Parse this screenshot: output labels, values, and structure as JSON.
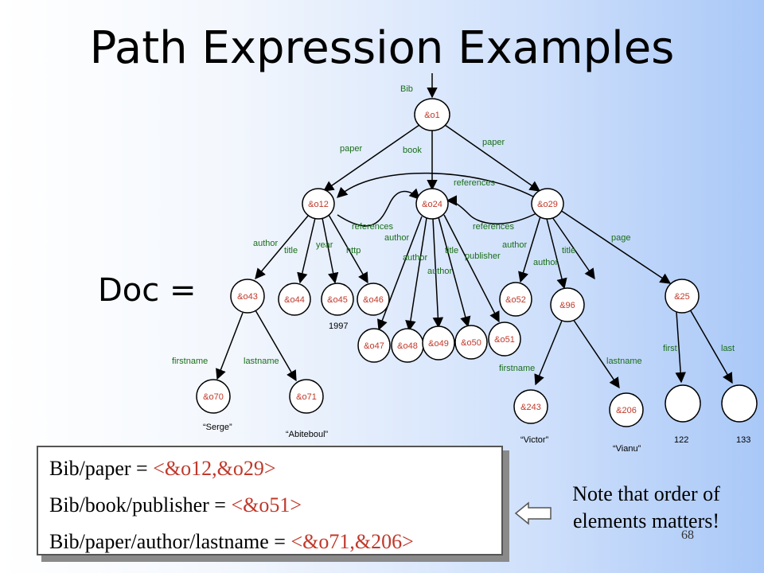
{
  "slide": {
    "title": "Path Expression Examples",
    "doc_label": "Doc =",
    "page_number": "68",
    "note": "Note that order of elements matters!"
  },
  "colors": {
    "node_label": "#c0392b",
    "edge_label": "#1a6e1a",
    "line": "#000000"
  },
  "diagram": {
    "root_label": "Bib",
    "nodes": [
      {
        "id": "o1",
        "label": "&o1"
      },
      {
        "id": "o12",
        "label": "&o12"
      },
      {
        "id": "o24",
        "label": "&o24"
      },
      {
        "id": "o29",
        "label": "&o29"
      },
      {
        "id": "o43",
        "label": "&o43"
      },
      {
        "id": "o44",
        "label": "&o44"
      },
      {
        "id": "o45",
        "label": "&o45"
      },
      {
        "id": "o46",
        "label": "&o46"
      },
      {
        "id": "o47",
        "label": "&o47"
      },
      {
        "id": "o48",
        "label": "&o48"
      },
      {
        "id": "o49",
        "label": "&o49"
      },
      {
        "id": "o50",
        "label": "&o50"
      },
      {
        "id": "o51",
        "label": "&o51"
      },
      {
        "id": "o52",
        "label": "&o52"
      },
      {
        "id": "n96",
        "label": "&96"
      },
      {
        "id": "n25",
        "label": "&25"
      },
      {
        "id": "o70",
        "label": "&o70"
      },
      {
        "id": "o71",
        "label": "&o71"
      },
      {
        "id": "n243",
        "label": "&243"
      },
      {
        "id": "n206",
        "label": "&206"
      },
      {
        "id": "leaf122",
        "label": ""
      },
      {
        "id": "leaf133",
        "label": ""
      }
    ],
    "edge_labels": [
      "paper",
      "book",
      "paper",
      "references",
      "references",
      "references",
      "author",
      "title",
      "year",
      "http",
      "author",
      "author",
      "author",
      "title",
      "publisher",
      "author",
      "author",
      "title",
      "page",
      "firstname",
      "lastname",
      "firstname",
      "lastname",
      "first",
      "last"
    ],
    "values": [
      "1997",
      "“Serge”",
      "“Abiteboul”",
      "“Victor”",
      "“Vianu”",
      "122",
      "133"
    ]
  },
  "examples": [
    {
      "path": "Bib/paper = ",
      "result": "<&o12,&o29>"
    },
    {
      "path": "Bib/book/publisher = ",
      "result": "<&o51>"
    },
    {
      "path": "Bib/paper/author/lastname = ",
      "result": "<&o71,&206>"
    }
  ]
}
